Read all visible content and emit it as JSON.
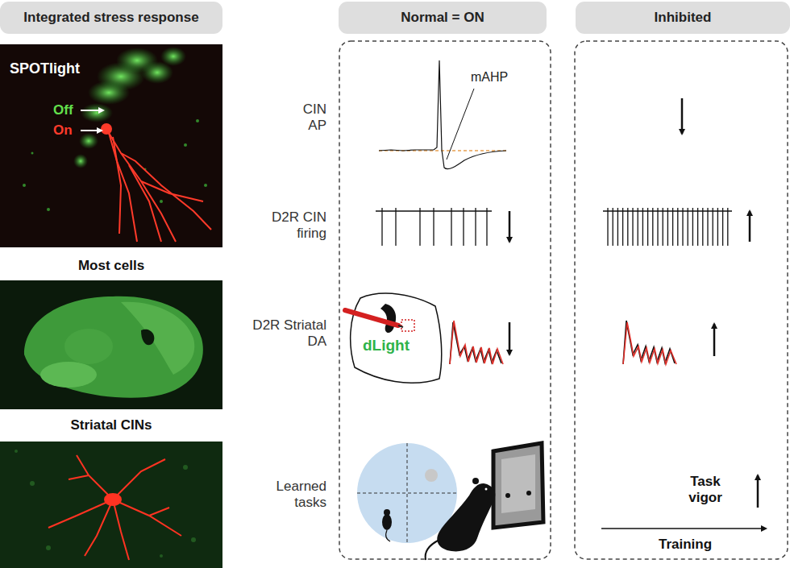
{
  "diagram": {
    "nodes": [
      {
        "text": [
          "Integrated stress response"
        ]
      },
      {
        "text": [
          "SPOTlight",
          "Off",
          "On"
        ]
      },
      {
        "text": [
          "Most cells"
        ]
      },
      {
        "text": [
          "Striatal CINs"
        ]
      },
      {
        "text": [
          "Normal = ON"
        ]
      },
      {
        "text": [
          "Inhibited"
        ]
      }
    ],
    "labels": [
      "CIN AP",
      "D2R CIN firing",
      "D2R Striatal DA",
      "Learned tasks",
      "mAHP",
      "dLight",
      "Task vigor",
      "Training"
    ]
  }
}
